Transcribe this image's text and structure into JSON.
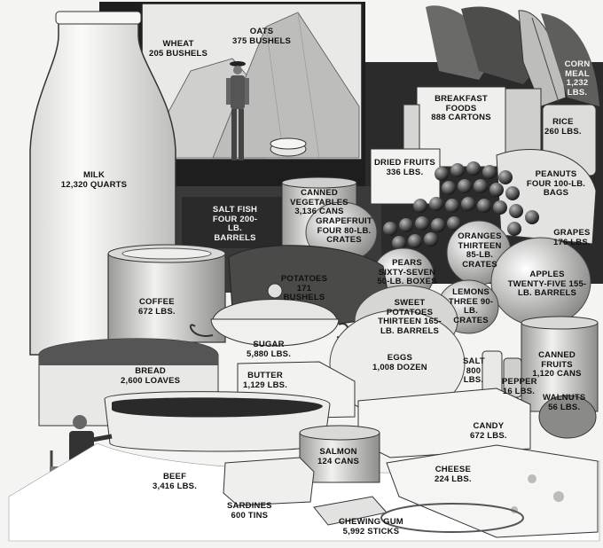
{
  "labels": {
    "wheat": {
      "name": "WHEAT",
      "amount": "205 BUSHELS"
    },
    "oats": {
      "name": "OATS",
      "amount": "375 BUSHELS"
    },
    "corn_meal": {
      "name": "CORN MEAL",
      "amount": "1,232 LBS."
    },
    "breakfast": {
      "name": "BREAKFAST FOODS",
      "amount": "888 CARTONS"
    },
    "rice": {
      "name": "RICE",
      "amount": "260 LBS."
    },
    "milk": {
      "name": "MILK",
      "amount": "12,320 QUARTS"
    },
    "dried_fruits": {
      "name": "DRIED FRUITS",
      "amount": "336 LBS."
    },
    "peanuts": {
      "name": "PEANUTS",
      "amount": "FOUR 100-LB. BAGS"
    },
    "canned_veg": {
      "name": "CANNED VEGETABLES",
      "amount": "3,136 CANS"
    },
    "salt_fish": {
      "name": "SALT FISH",
      "amount": "FOUR 200-LB. BARRELS"
    },
    "grapefruit": {
      "name": "GRAPEFRUIT",
      "amount": "FOUR 80-LB. CRATES"
    },
    "grapes": {
      "name": "GRAPES",
      "amount": "176 LBS."
    },
    "oranges": {
      "name": "ORANGES",
      "amount": "THIRTEEN 85-LB. CRATES"
    },
    "pears": {
      "name": "PEARS",
      "amount": "SIXTY-SEVEN 50-LB. BOXES"
    },
    "apples": {
      "name": "APPLES",
      "amount": "TWENTY-FIVE 155-LB. BARRELS"
    },
    "coffee": {
      "name": "COFFEE",
      "amount": "672 LBS."
    },
    "potatoes": {
      "name": "POTATOES",
      "amount": "171 BUSHELS"
    },
    "lemons": {
      "name": "LEMONS",
      "amount": "THREE 90-LB. CRATES"
    },
    "sweet_potatoes": {
      "name": "SWEET POTATOES",
      "amount": "THIRTEEN 165-LB. BARRELS"
    },
    "sugar": {
      "name": "SUGAR",
      "amount": "5,880 LBS."
    },
    "eggs": {
      "name": "EGGS",
      "amount": "1,008 DOZEN"
    },
    "salt": {
      "name": "SALT",
      "amount": "800 LBS."
    },
    "pepper": {
      "name": "PEPPER",
      "amount": "16 LBS."
    },
    "canned_fruits": {
      "name": "CANNED FRUITS",
      "amount": "1,120 CANS"
    },
    "bread": {
      "name": "BREAD",
      "amount": "2,600 LOAVES"
    },
    "butter": {
      "name": "BUTTER",
      "amount": "1,129 LBS."
    },
    "walnuts": {
      "name": "WALNUTS",
      "amount": "56 LBS."
    },
    "candy": {
      "name": "CANDY",
      "amount": "672 LBS."
    },
    "salmon": {
      "name": "SALMON",
      "amount": "124 CANS"
    },
    "beef": {
      "name": "BEEF",
      "amount": "3,416 LBS."
    },
    "cheese": {
      "name": "CHEESE",
      "amount": "224 LBS."
    },
    "sardines": {
      "name": "SARDINES",
      "amount": "600 TINS"
    },
    "chewing_gum": {
      "name": "CHEWING GUM",
      "amount": "5,992 STICKS"
    }
  }
}
